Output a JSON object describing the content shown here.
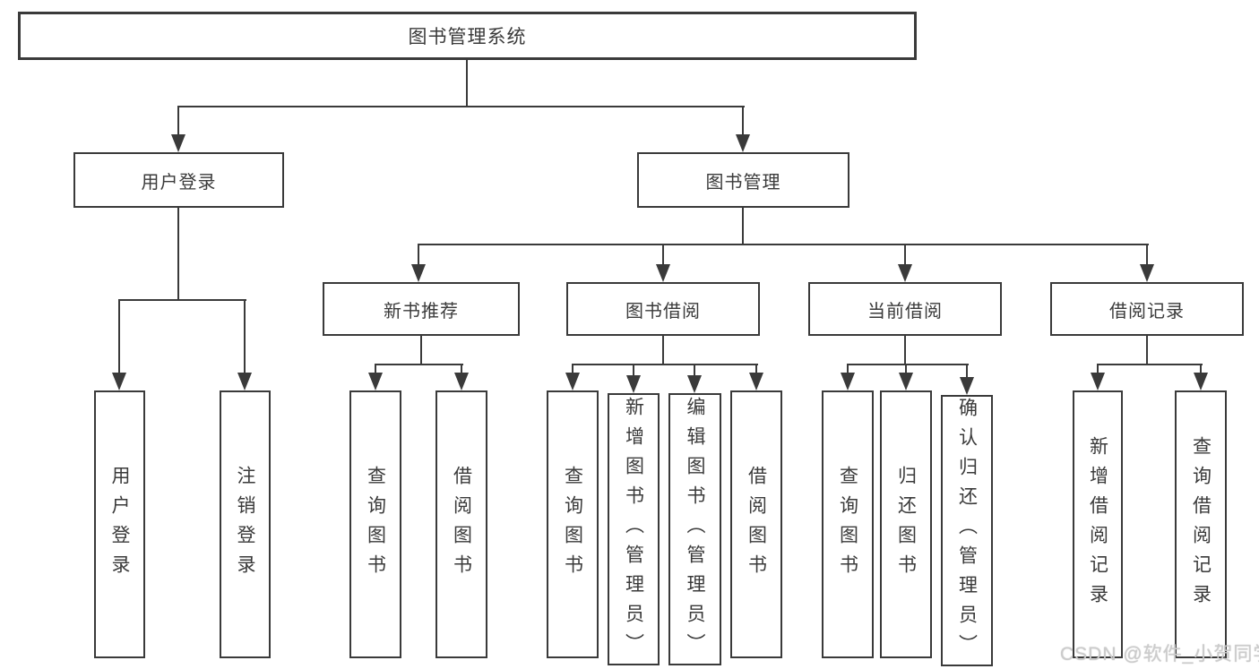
{
  "colors": {
    "line": "#3a3a3a",
    "text": "#3a3a3a",
    "watermark": "#cccccc",
    "background": "#ffffff"
  },
  "tree": {
    "root": "图书管理系统",
    "children": [
      {
        "label": "用户登录",
        "children": [
          {
            "label": "用户登录"
          },
          {
            "label": "注销登录"
          }
        ]
      },
      {
        "label": "图书管理",
        "children": [
          {
            "label": "新书推荐",
            "children": [
              {
                "label": "查询图书"
              },
              {
                "label": "借阅图书"
              }
            ]
          },
          {
            "label": "图书借阅",
            "children": [
              {
                "label": "查询图书"
              },
              {
                "label": "新增图书（管理员）"
              },
              {
                "label": "编辑图书（管理员）"
              },
              {
                "label": "借阅图书"
              }
            ]
          },
          {
            "label": "当前借阅",
            "children": [
              {
                "label": "查询图书"
              },
              {
                "label": "归还图书"
              },
              {
                "label": "确认归还（管理员）"
              }
            ]
          },
          {
            "label": "借阅记录",
            "children": [
              {
                "label": "新增借阅记录"
              },
              {
                "label": "查询借阅记录"
              }
            ]
          }
        ]
      }
    ]
  },
  "watermark": {
    "text": "CSDN @软件_小贺同学"
  }
}
